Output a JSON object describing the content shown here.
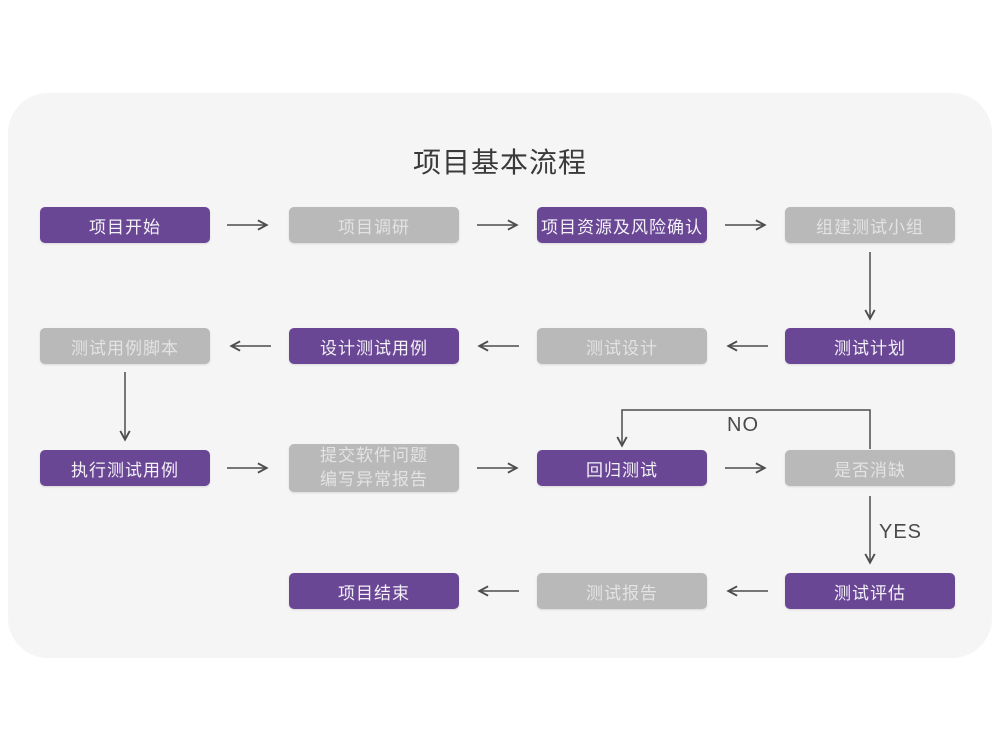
{
  "title": "项目基本流程",
  "colors": {
    "primary_box": "#6A4795",
    "secondary_box": "#B9B9B9",
    "card_background": "#F6F5F6",
    "arrow": "#4D4D4D",
    "title_text": "#3A3A3A"
  },
  "nodes": [
    {
      "id": "project-start",
      "label": "项目开始",
      "type": "primary"
    },
    {
      "id": "project-research",
      "label": "项目调研",
      "type": "secondary"
    },
    {
      "id": "resource-risk-confirm",
      "label": "项目资源及风险确认",
      "type": "primary"
    },
    {
      "id": "build-test-team",
      "label": "组建测试小组",
      "type": "secondary"
    },
    {
      "id": "test-case-script",
      "label": "测试用例脚本",
      "type": "secondary"
    },
    {
      "id": "design-test-case",
      "label": "设计测试用例",
      "type": "primary"
    },
    {
      "id": "test-design",
      "label": "测试设计",
      "type": "secondary"
    },
    {
      "id": "test-plan",
      "label": "测试计划",
      "type": "primary"
    },
    {
      "id": "execute-test-case",
      "label": "执行测试用例",
      "type": "primary"
    },
    {
      "id": "submit-issues-report",
      "line1": "提交软件问题",
      "line2": "编写异常报告",
      "type": "secondary"
    },
    {
      "id": "regression-test",
      "label": "回归测试",
      "type": "primary"
    },
    {
      "id": "defect-cleared",
      "label": "是否消缺",
      "type": "secondary"
    },
    {
      "id": "project-end",
      "label": "项目结束",
      "type": "primary"
    },
    {
      "id": "test-report",
      "label": "测试报告",
      "type": "secondary"
    },
    {
      "id": "test-evaluation",
      "label": "测试评估",
      "type": "primary"
    }
  ],
  "edge_labels": {
    "no": "NO",
    "yes": "YES"
  }
}
